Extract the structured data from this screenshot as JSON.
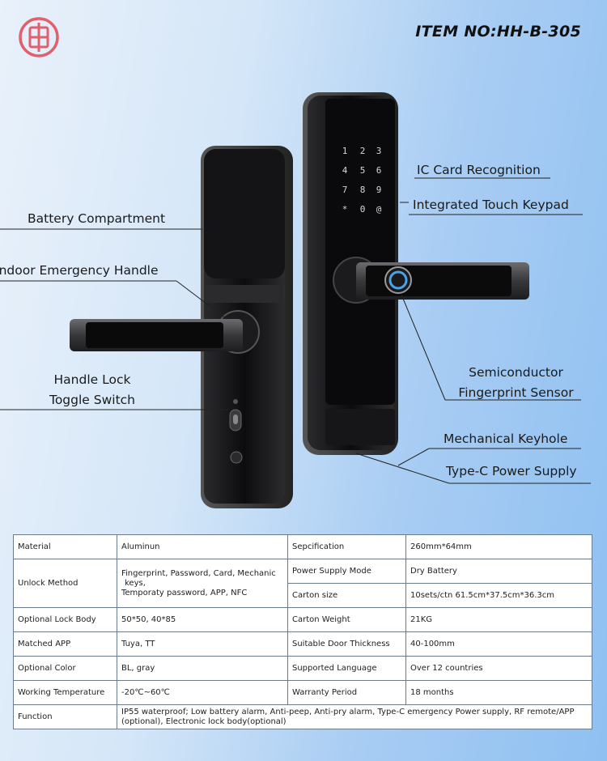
{
  "header": {
    "item_no": "ITEM NO:HH-B-305"
  },
  "brand": {
    "logo": "brand-logo",
    "accent": "#e0616d"
  },
  "keypad": {
    "keys": [
      "1",
      "2",
      "3",
      "4",
      "5",
      "6",
      "7",
      "8",
      "9",
      "*",
      "0",
      "@"
    ]
  },
  "callouts": {
    "ic_card": "IC Card Recognition",
    "touch_keypad": "Integrated Touch Keypad",
    "battery": "Battery Compartment",
    "indoor_handle": "Indoor Emergency Handle",
    "toggle_line1": "Handle Lock",
    "toggle_line2": "Toggle Switch",
    "fp_line1": "Semiconductor",
    "fp_line2": "Fingerprint Sensor",
    "keyhole": "Mechanical Keyhole",
    "typec": "Type-C Power Supply"
  },
  "spec_table": {
    "material_k": "Material",
    "material_v": "Aluminun",
    "specification_k": "Sepcification",
    "specification_v": "260mm*64mm",
    "unlock_k": "Unlock Method",
    "unlock_v1": "Fingerprint, Password, Card, Mechanic",
    "unlock_v2": "keys,",
    "unlock_v3": "Temporaty password, APP, NFC",
    "power_k": "Power Supply Mode",
    "power_v": "Dry Battery",
    "carton_size_k": "Carton size",
    "carton_size_v": "10sets/ctn  61.5cm*37.5cm*36.3cm",
    "lock_body_k": "Optional Lock Body",
    "lock_body_v": "50*50, 40*85",
    "carton_weight_k": "Carton Weight",
    "carton_weight_v": "21KG",
    "app_k": "Matched APP",
    "app_v": "Tuya, TT",
    "door_k": "Suitable Door Thickness",
    "door_v": "40-100mm",
    "color_k": "Optional Color",
    "color_v": "BL, gray",
    "language_k": "Supported Language",
    "language_v": "Over 12 countries",
    "temp_k": "Working Temperature",
    "temp_v": "-20℃~60℃",
    "warranty_k": "Warranty Period",
    "warranty_v": "18 months",
    "function_k": "Function",
    "function_v": "IP55 waterproof; Low battery alarm, Anti-peep, Anti-pry alarm, Type-C emergency Power supply, RF remote/APP (optional), Electronic lock body(optional)"
  }
}
